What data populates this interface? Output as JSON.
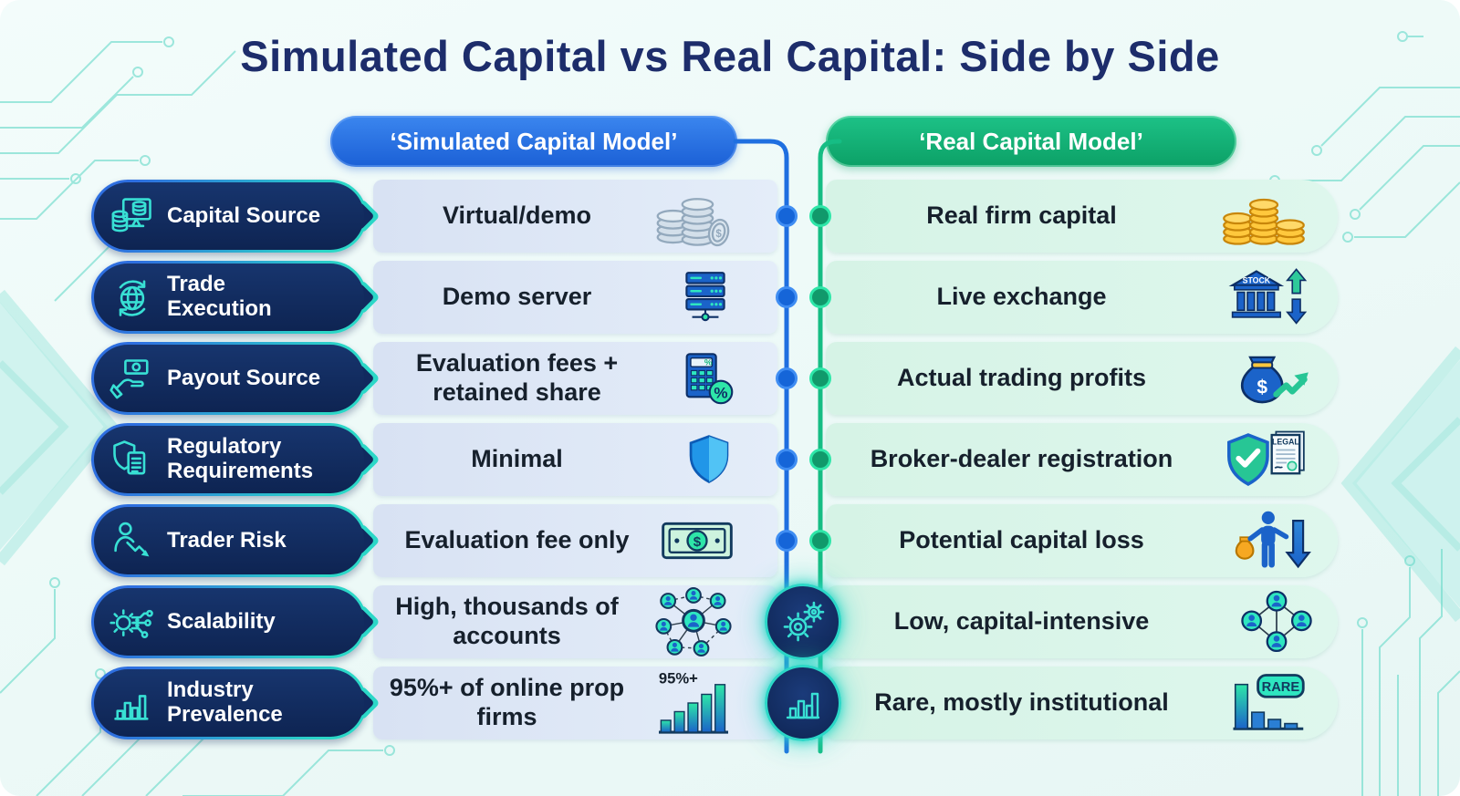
{
  "title": "Simulated Capital vs Real Capital: Side by Side",
  "headers": {
    "simulated": "‘Simulated Capital Model’",
    "real": "‘Real Capital Model’"
  },
  "rows": [
    {
      "category": "Capital Source",
      "simulated": "Virtual/demo",
      "real": "Real firm capital"
    },
    {
      "category": "Trade Execution",
      "simulated": "Demo server",
      "real": "Live exchange"
    },
    {
      "category": "Payout Source",
      "simulated": "Evaluation fees + retained share",
      "real": "Actual trading profits"
    },
    {
      "category": "Regulatory Requirements",
      "simulated": "Minimal",
      "real": "Broker-dealer registration"
    },
    {
      "category": "Trader Risk",
      "simulated": "Evaluation fee only",
      "real": "Potential capital loss"
    },
    {
      "category": "Scalability",
      "simulated": "High, thousands of accounts",
      "real": "Low, capital-intensive"
    },
    {
      "category": "Industry Prevalence",
      "simulated": "95%+ of online prop firms",
      "real": "Rare, mostly institutional"
    }
  ],
  "icon_labels": {
    "stock": "STOCK",
    "legal": "LEGAL",
    "pct95": "95%+",
    "rare": "RARE",
    "dollar": "$"
  },
  "colors": {
    "title": "#1d2d6b",
    "simulated_accent": "#1f6fe0",
    "real_accent": "#14b87e",
    "category_bg": "#112a5e",
    "simulated_row_bg": "#dde6f4",
    "real_row_bg": "#d9f3e7",
    "icon_stroke": "#38e0d4"
  }
}
